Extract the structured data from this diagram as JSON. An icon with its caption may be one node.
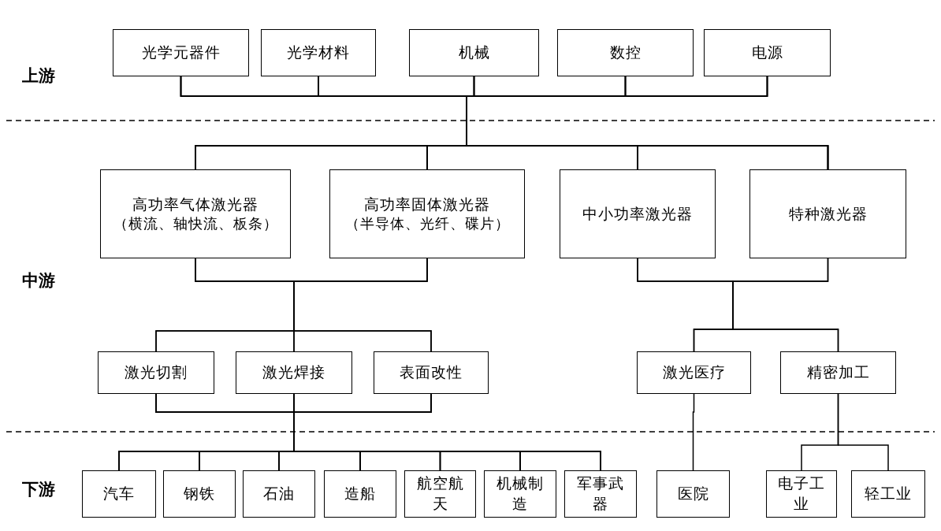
{
  "diagram": {
    "nodes": [
      {
        "text": [
          "光学元器件"
        ]
      },
      {
        "text": [
          "光学材料"
        ]
      },
      {
        "text": [
          "机械"
        ]
      },
      {
        "text": [
          "数控"
        ]
      },
      {
        "text": [
          "电源"
        ]
      },
      {
        "text": [
          "高功率气体激光器",
          "（横流、轴快流、板条）"
        ]
      },
      {
        "text": [
          "高功率固体激光器",
          "（半导体、光纤、碟片）"
        ]
      },
      {
        "text": [
          "中小功率激光器"
        ]
      },
      {
        "text": [
          "特种激光器"
        ]
      },
      {
        "text": [
          "激光切割"
        ]
      },
      {
        "text": [
          "激光焊接"
        ]
      },
      {
        "text": [
          "表面改性"
        ]
      },
      {
        "text": [
          "激光医疗"
        ]
      },
      {
        "text": [
          "精密加工"
        ]
      },
      {
        "text": [
          "汽车"
        ]
      },
      {
        "text": [
          "钢铁"
        ]
      },
      {
        "text": [
          "石油"
        ]
      },
      {
        "text": [
          "造船"
        ]
      },
      {
        "text": [
          "航空航天"
        ]
      },
      {
        "text": [
          "机械制造"
        ]
      },
      {
        "text": [
          "军事武器"
        ]
      },
      {
        "text": [
          "医院"
        ]
      },
      {
        "text": [
          "电子工业"
        ]
      },
      {
        "text": [
          "轻工业"
        ]
      }
    ],
    "edges": [
      {
        "from": 0,
        "to": 5,
        "arrow": "none"
      },
      {
        "from": 0,
        "to": 6,
        "arrow": "none"
      },
      {
        "from": 0,
        "to": 7,
        "arrow": "none"
      },
      {
        "from": 0,
        "to": 8,
        "arrow": "none"
      },
      {
        "from": 1,
        "to": 5,
        "arrow": "none"
      },
      {
        "from": 1,
        "to": 6,
        "arrow": "none"
      },
      {
        "from": 1,
        "to": 7,
        "arrow": "none"
      },
      {
        "from": 1,
        "to": 8,
        "arrow": "none"
      },
      {
        "from": 2,
        "to": 5,
        "arrow": "none"
      },
      {
        "from": 2,
        "to": 6,
        "arrow": "none"
      },
      {
        "from": 2,
        "to": 7,
        "arrow": "none"
      },
      {
        "from": 2,
        "to": 8,
        "arrow": "none"
      },
      {
        "from": 3,
        "to": 5,
        "arrow": "none"
      },
      {
        "from": 3,
        "to": 6,
        "arrow": "none"
      },
      {
        "from": 3,
        "to": 7,
        "arrow": "none"
      },
      {
        "from": 3,
        "to": 8,
        "arrow": "none"
      },
      {
        "from": 4,
        "to": 5,
        "arrow": "none"
      },
      {
        "from": 4,
        "to": 6,
        "arrow": "none"
      },
      {
        "from": 4,
        "to": 7,
        "arrow": "none"
      },
      {
        "from": 4,
        "to": 8,
        "arrow": "none"
      },
      {
        "from": 5,
        "to": 9,
        "arrow": "none"
      },
      {
        "from": 5,
        "to": 10,
        "arrow": "none"
      },
      {
        "from": 5,
        "to": 11,
        "arrow": "none"
      },
      {
        "from": 6,
        "to": 9,
        "arrow": "none"
      },
      {
        "from": 6,
        "to": 10,
        "arrow": "none"
      },
      {
        "from": 6,
        "to": 11,
        "arrow": "none"
      },
      {
        "from": 7,
        "to": 12,
        "arrow": "none"
      },
      {
        "from": 7,
        "to": 13,
        "arrow": "none"
      },
      {
        "from": 8,
        "to": 12,
        "arrow": "none"
      },
      {
        "from": 8,
        "to": 13,
        "arrow": "none"
      },
      {
        "from": 9,
        "to": 14,
        "arrow": "none"
      },
      {
        "from": 9,
        "to": 15,
        "arrow": "none"
      },
      {
        "from": 9,
        "to": 16,
        "arrow": "none"
      },
      {
        "from": 9,
        "to": 17,
        "arrow": "none"
      },
      {
        "from": 9,
        "to": 18,
        "arrow": "none"
      },
      {
        "from": 9,
        "to": 19,
        "arrow": "none"
      },
      {
        "from": 9,
        "to": 20,
        "arrow": "none"
      },
      {
        "from": 10,
        "to": 14,
        "arrow": "none"
      },
      {
        "from": 10,
        "to": 15,
        "arrow": "none"
      },
      {
        "from": 10,
        "to": 16,
        "arrow": "none"
      },
      {
        "from": 10,
        "to": 17,
        "arrow": "none"
      },
      {
        "from": 10,
        "to": 18,
        "arrow": "none"
      },
      {
        "from": 10,
        "to": 19,
        "arrow": "none"
      },
      {
        "from": 10,
        "to": 20,
        "arrow": "none"
      },
      {
        "from": 11,
        "to": 14,
        "arrow": "none"
      },
      {
        "from": 11,
        "to": 15,
        "arrow": "none"
      },
      {
        "from": 11,
        "to": 16,
        "arrow": "none"
      },
      {
        "from": 11,
        "to": 17,
        "arrow": "none"
      },
      {
        "from": 11,
        "to": 18,
        "arrow": "none"
      },
      {
        "from": 11,
        "to": 19,
        "arrow": "none"
      },
      {
        "from": 11,
        "to": 20,
        "arrow": "none"
      },
      {
        "from": 12,
        "to": 21,
        "arrow": "none"
      },
      {
        "from": 13,
        "to": 22,
        "arrow": "none"
      },
      {
        "from": 13,
        "to": 23,
        "arrow": "none"
      }
    ],
    "labels": [
      "上游",
      "中游",
      "下游"
    ]
  }
}
